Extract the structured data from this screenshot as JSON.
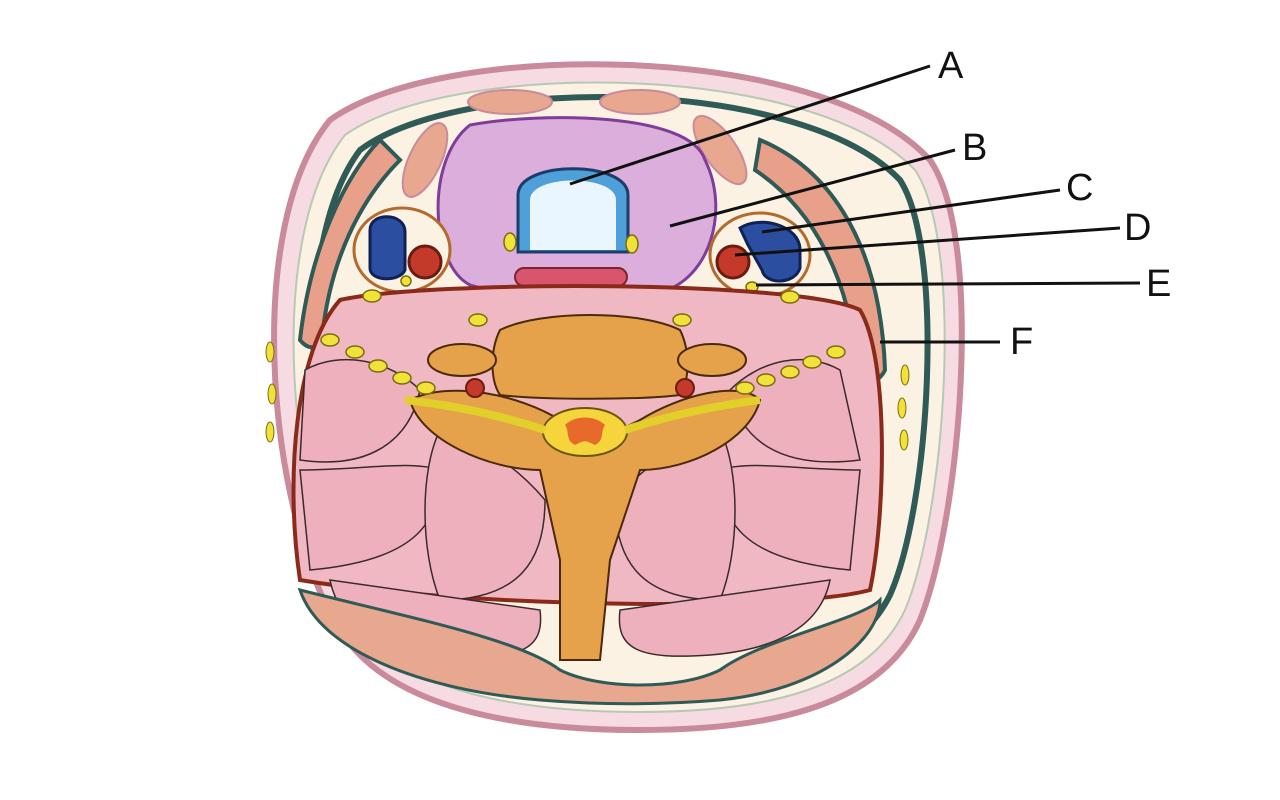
{
  "labels": [
    {
      "id": "a",
      "text": "A"
    },
    {
      "id": "b",
      "text": "B"
    },
    {
      "id": "c",
      "text": "C"
    },
    {
      "id": "d",
      "text": "D"
    },
    {
      "id": "e",
      "text": "E"
    },
    {
      "id": "f",
      "text": "F"
    }
  ],
  "colors": {
    "background": "#ffffff",
    "skin": "#f3c9d1",
    "fascia": "#2f5a56",
    "muscle": "#eaa7b7",
    "thyroid": "#d9a6d9",
    "trachea": "#dff2ff",
    "vein": "#2b4ea0",
    "artery": "#c33a2a",
    "nerve": "#f1e23a",
    "bone": "#e6a24b",
    "cord": "#f5d53b"
  }
}
